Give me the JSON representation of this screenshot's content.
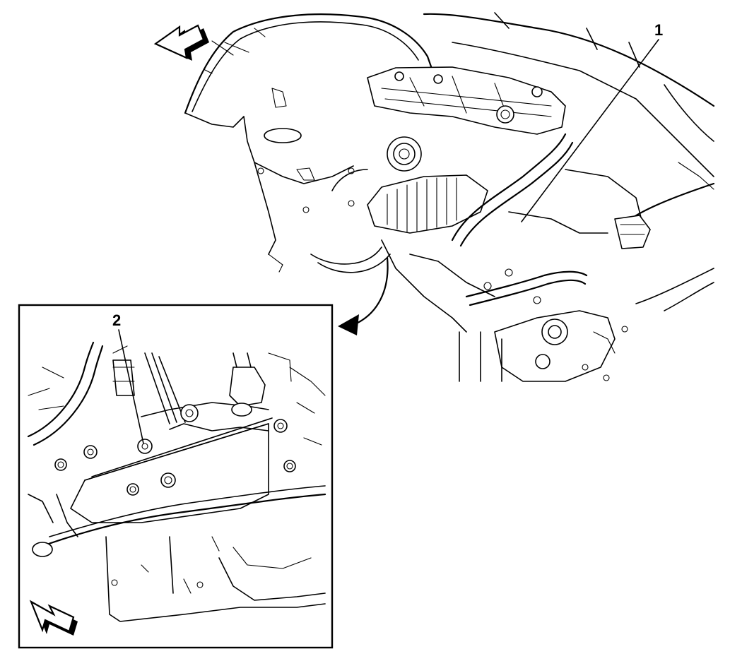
{
  "figure": {
    "callouts": [
      {
        "id": "callout-1",
        "label": "1"
      },
      {
        "id": "callout-2",
        "label": "2"
      }
    ],
    "arrows": {
      "front_main": "front-direction-arrow",
      "front_inset": "front-direction-arrow"
    }
  }
}
